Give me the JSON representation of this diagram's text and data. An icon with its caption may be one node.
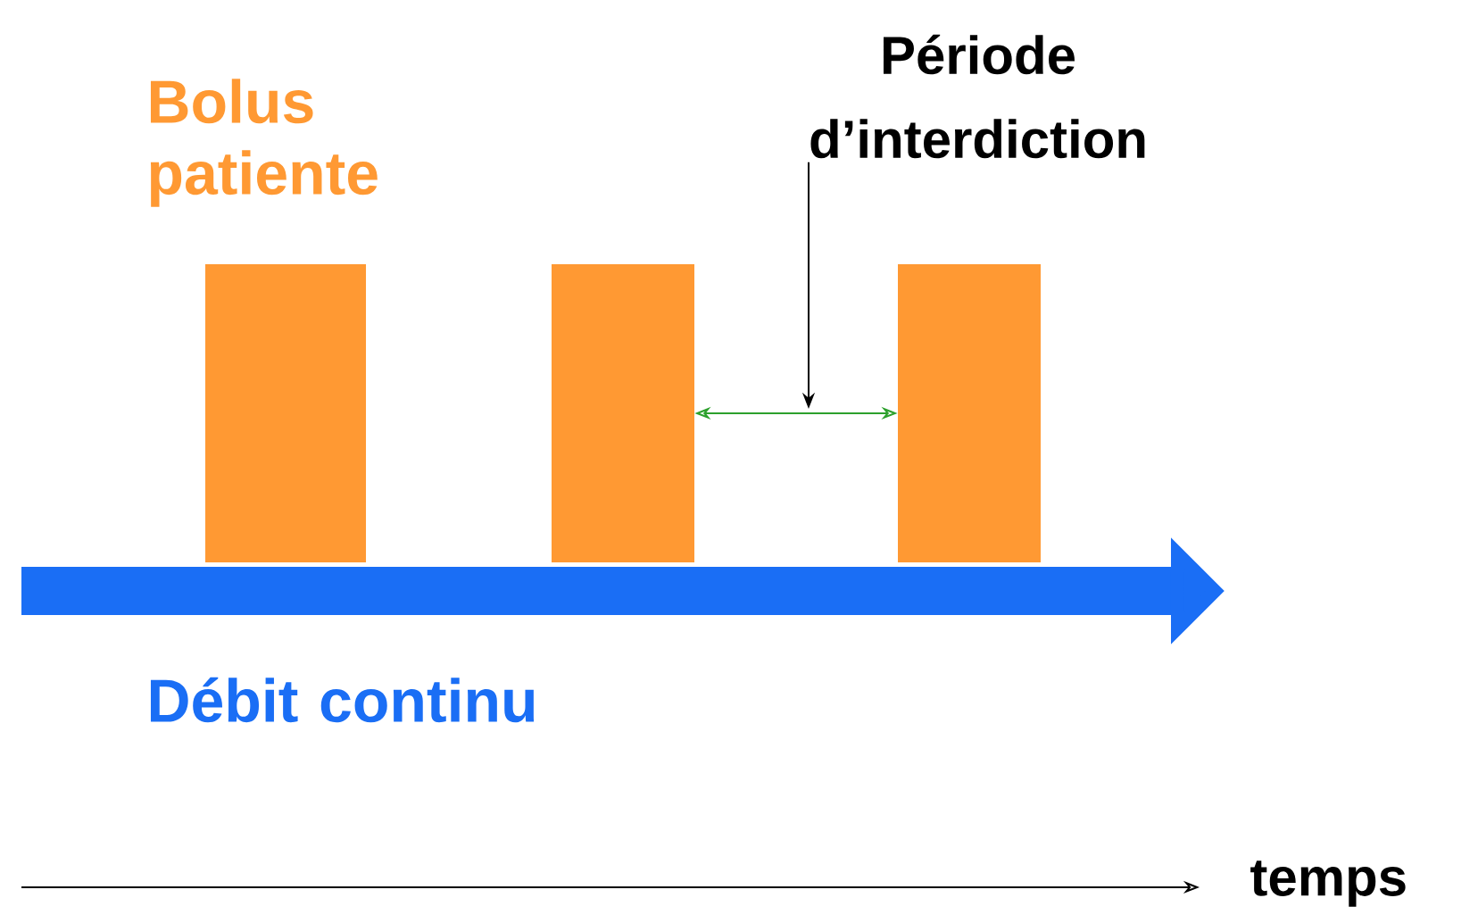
{
  "diagram": {
    "nodes": [
      {
        "text": [
          "Période d’interdiction"
        ]
      },
      {
        "text": [],
        "shape": "bar"
      },
      {
        "text": [],
        "shape": "bar"
      },
      {
        "text": [],
        "shape": "bar"
      }
    ],
    "edges": [
      {
        "from": 0,
        "to": null,
        "arrow": "to"
      },
      {
        "from": 2,
        "to": 3,
        "arrow": "both",
        "color": "#2ca02c"
      }
    ],
    "labels": [
      "Bolus patiente",
      "Débit continu",
      "temps"
    ]
  }
}
